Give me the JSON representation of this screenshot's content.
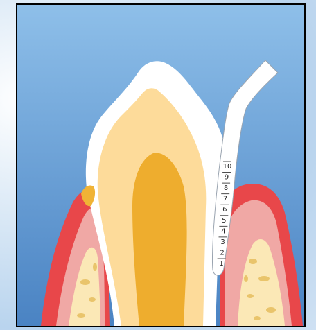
{
  "illustration": {
    "colors": {
      "sky_top": "#8ebfe9",
      "sky_bottom": "#4a83c3",
      "enamel": "#ffffff",
      "dentin": "#fddb9a",
      "pulp": "#eead2e",
      "gum_outer": "#e8474a",
      "gum_inner": "#f0a8a5",
      "bone": "#fbe8b6",
      "bone_spots": "#e9c46b",
      "calculus": "#f0b335",
      "probe": "#ffffff"
    },
    "probe_scale": {
      "marks": [
        "10",
        "9",
        "8",
        "7",
        "6",
        "5",
        "4",
        "3",
        "2",
        "1"
      ]
    }
  }
}
